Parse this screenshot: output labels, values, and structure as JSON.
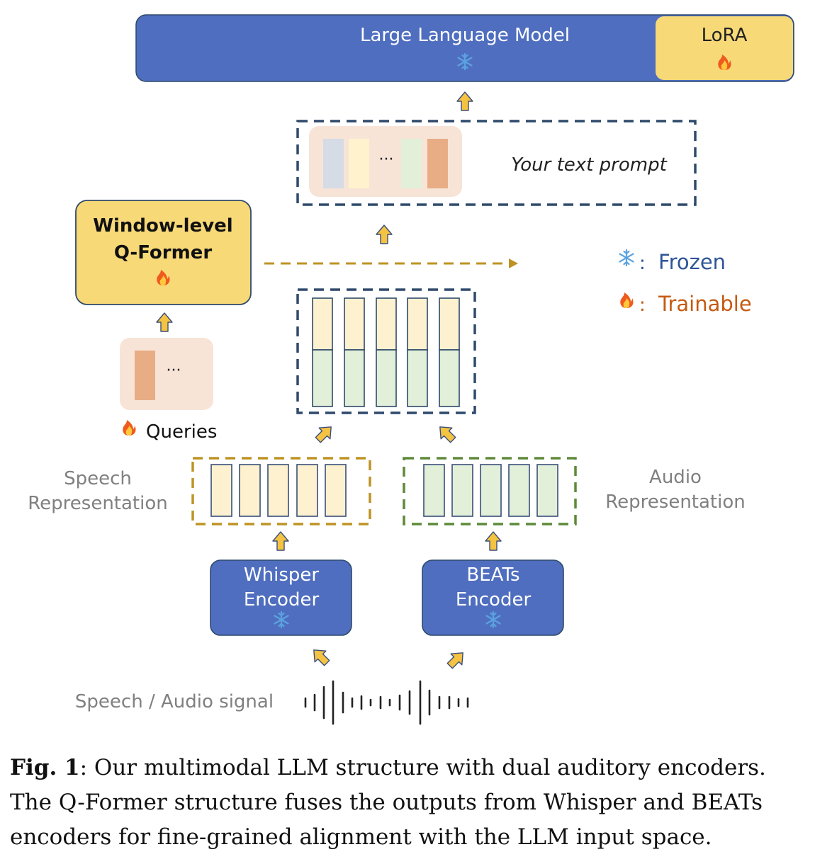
{
  "llm": {
    "title": "Large Language Model",
    "lora": "LoRA"
  },
  "prompt": {
    "ellipsis": "···",
    "text": "Your text prompt"
  },
  "qformer": {
    "line1": "Window-level",
    "line2": "Q-Former"
  },
  "queries": {
    "ellipsis": "···",
    "label": "Queries"
  },
  "legend": {
    "frozen": "Frozen",
    "trainable": "Trainable",
    "sep": ":"
  },
  "speech_rep": {
    "line1": "Speech",
    "line2": "Representation"
  },
  "audio_rep": {
    "line1": "Audio",
    "line2": "Representation"
  },
  "whisper": {
    "line1": "Whisper",
    "line2": "Encoder"
  },
  "beats": {
    "line1": "BEATs",
    "line2": "Encoder"
  },
  "signal_label": "Speech / Audio signal",
  "caption": {
    "fig": "Fig. 1",
    "text": ": Our multimodal LLM structure with dual auditory encoders. The Q-Former structure fuses the outputs from Whisper and BEATs encoders for fine-grained alignment with the LLM input space."
  },
  "colors": {
    "blue": "#4F6EBF",
    "yellow": "#F8D978",
    "cream": "#FDF1CF",
    "green": "#E2EFD9",
    "peach": "#F7E4D7",
    "orange": "#E8AD84",
    "arrow": "#F5C342",
    "dark_dash": "#2E4A6B",
    "gold_dash": "#BE9325",
    "green_dash": "#5E8A3A",
    "trainable": "#C55A11",
    "frozen": "#2F5597"
  }
}
